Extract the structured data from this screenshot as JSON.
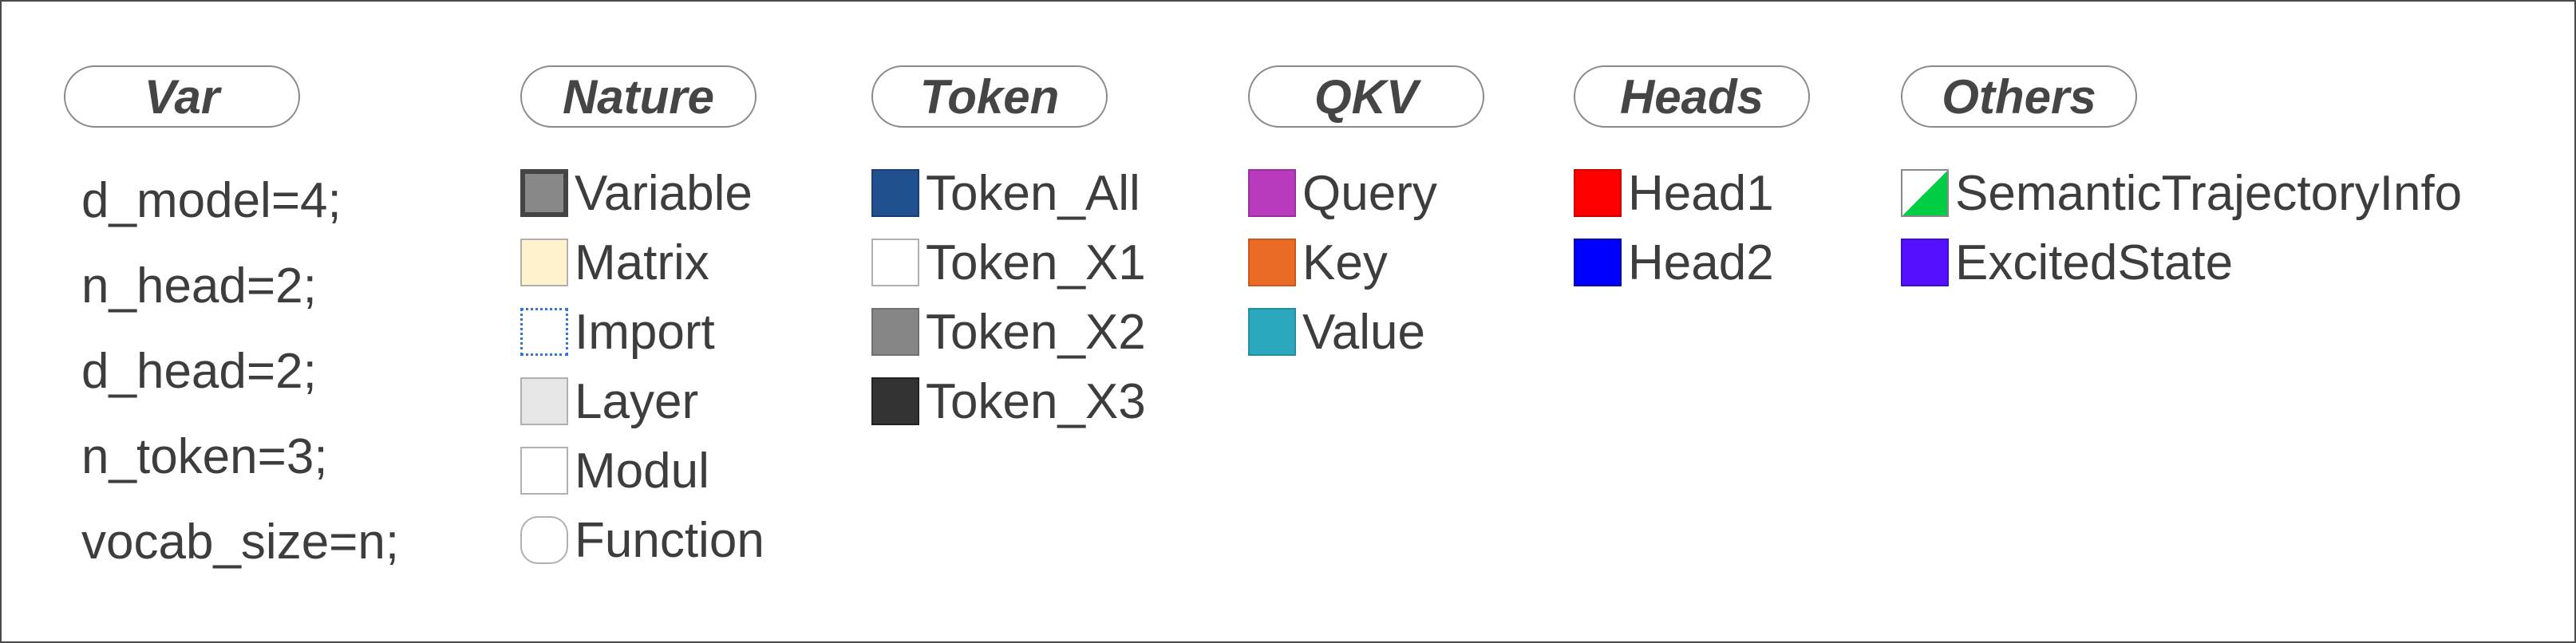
{
  "var": {
    "header": "Var",
    "lines": [
      "d_model=4;",
      "n_head=2;",
      "d_head=2;",
      "n_token=3;",
      "vocab_size=n;"
    ]
  },
  "nature": {
    "header": "Nature",
    "items": [
      {
        "label": "Variable",
        "icon": "variable-swatch",
        "color": "#888888",
        "border": "#444444"
      },
      {
        "label": "Matrix",
        "icon": "matrix-swatch",
        "color": "#fff2cc"
      },
      {
        "label": "Import",
        "icon": "import-swatch",
        "color": "#ffffff",
        "border": "#3377cc"
      },
      {
        "label": "Layer",
        "icon": "layer-swatch",
        "color": "#e6e6e6"
      },
      {
        "label": "Modul",
        "icon": "modul-swatch",
        "color": "#ffffff"
      },
      {
        "label": "Function",
        "icon": "function-swatch",
        "color": "#ffffff"
      }
    ]
  },
  "token": {
    "header": "Token",
    "items": [
      {
        "label": "Token_All",
        "icon": "token-all-swatch",
        "color": "#21508f"
      },
      {
        "label": "Token_X1",
        "icon": "token-x1-swatch",
        "color": "#ffffff"
      },
      {
        "label": "Token_X2",
        "icon": "token-x2-swatch",
        "color": "#868686"
      },
      {
        "label": "Token_X3",
        "icon": "token-x3-swatch",
        "color": "#333333"
      }
    ]
  },
  "qkv": {
    "header": "QKV",
    "items": [
      {
        "label": "Query",
        "icon": "query-swatch",
        "color": "#b73bbc"
      },
      {
        "label": "Key",
        "icon": "key-swatch",
        "color": "#ea6b24"
      },
      {
        "label": "Value",
        "icon": "value-swatch",
        "color": "#2ba8bd"
      }
    ]
  },
  "heads": {
    "header": "Heads",
    "items": [
      {
        "label": "Head1",
        "icon": "head1-swatch",
        "color": "#ff0000"
      },
      {
        "label": "Head2",
        "icon": "head2-swatch",
        "color": "#0000ff"
      }
    ]
  },
  "others": {
    "header": "Others",
    "items": [
      {
        "label": "SemanticTrajectoryInfo",
        "icon": "semantic-trajectory-swatch",
        "color": "#00cc44"
      },
      {
        "label": "ExcitedState",
        "icon": "excited-state-swatch",
        "color": "#5511ff"
      }
    ]
  }
}
